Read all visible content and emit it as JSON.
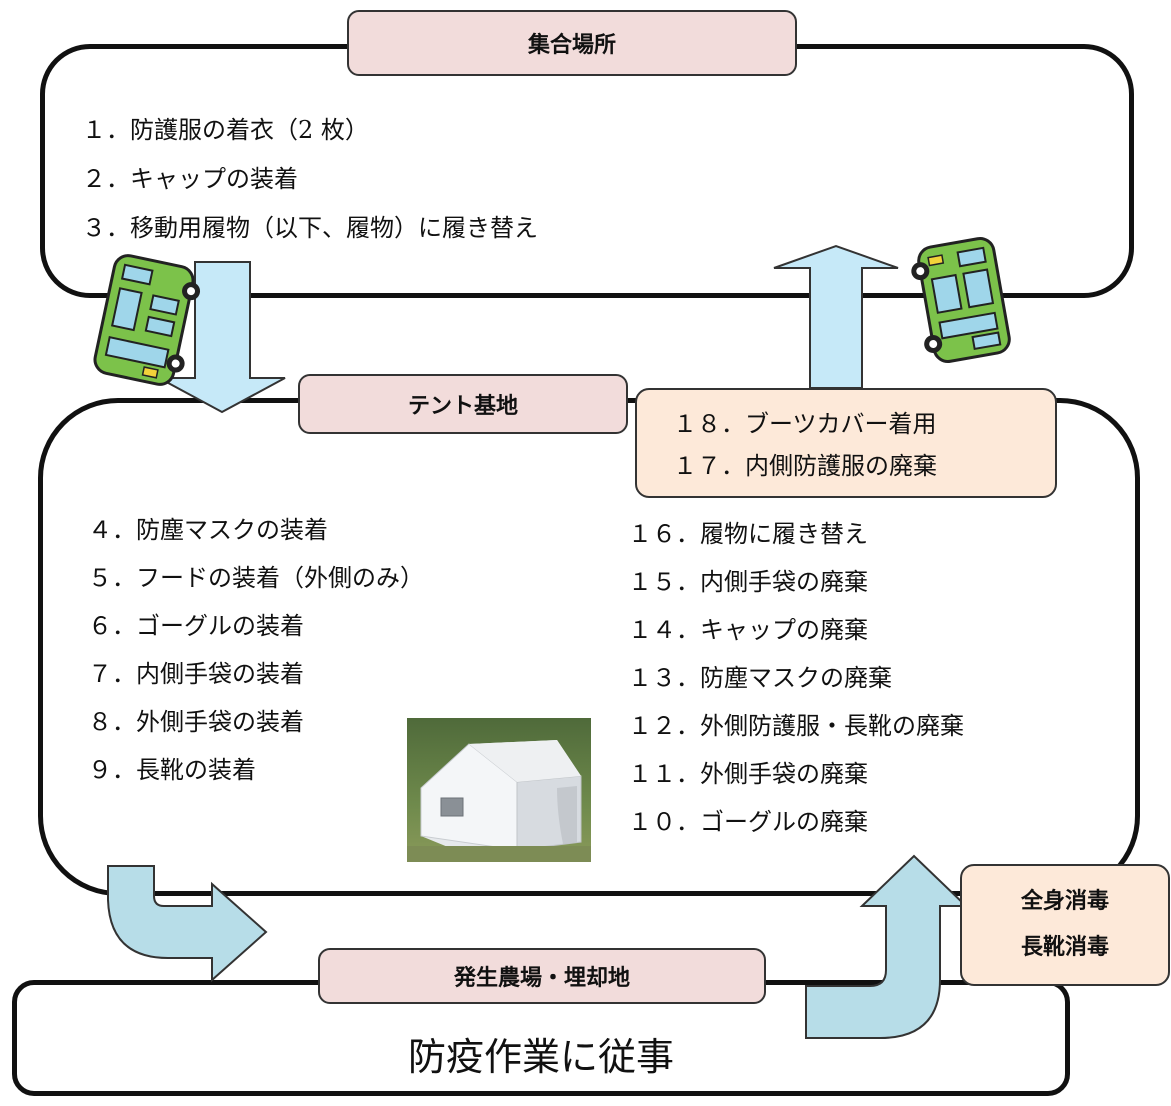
{
  "assembly": {
    "title": "集合場所",
    "steps": [
      "１．防護服の着衣（2 枚）",
      "２．キャップの装着",
      "３．移動用履物（以下、履物）に履き替え"
    ]
  },
  "tent": {
    "title": "テント基地",
    "don_steps": [
      "４．防塵マスクの装着",
      "５．フードの装着（外側のみ）",
      "６．ゴーグルの装着",
      "７．内側手袋の装着",
      "８．外側手袋の装着",
      "９．長靴の装着"
    ],
    "doff_steps": [
      "１６．履物に履き替え",
      "１５．内側手袋の廃棄",
      "１４．キャップの廃棄",
      "１３．防塵マスクの廃棄",
      "１２．外側防護服・長靴の廃棄",
      "１１．外側手袋の廃棄",
      "１０．ゴーグルの廃棄"
    ],
    "return_steps": [
      "１８．ブーツカバー着用",
      "１７．内側防護服の廃棄"
    ]
  },
  "disinfection": {
    "line1": "全身消毒",
    "line2": "長靴消毒"
  },
  "field": {
    "title": "発生農場・埋却地",
    "activity": "防疫作業に従事"
  },
  "colors": {
    "tab_pink": "#f2dcdb",
    "peach": "#fde9d9",
    "arrow_blue": "#c6e9f8",
    "arrow_teal": "#b7dde8",
    "bus_green": "#7cc24a"
  }
}
